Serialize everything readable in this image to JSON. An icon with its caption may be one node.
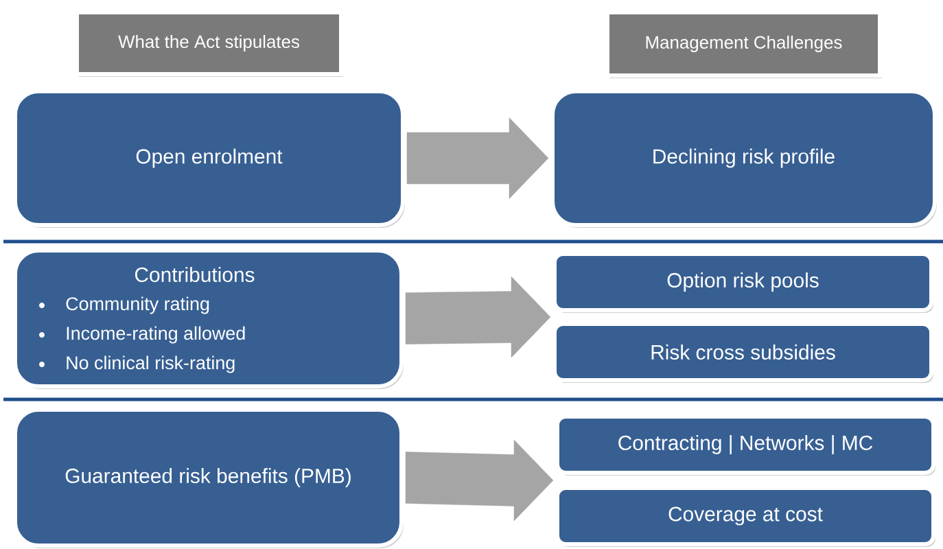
{
  "diagram": {
    "nodes": [
      {
        "text": [
          "What the Act stipulates"
        ]
      },
      {
        "text": [
          "Management Challenges"
        ]
      },
      {
        "text": [
          "Open enrolment"
        ]
      },
      {
        "text": [
          "Declining risk profile"
        ]
      },
      {
        "text": [
          "Contributions",
          "Community rating",
          "Income-rating allowed",
          "No clinical risk-rating"
        ]
      },
      {
        "text": [
          "Option risk pools"
        ]
      },
      {
        "text": [
          "Risk cross subsidies"
        ]
      },
      {
        "text": [
          "Guaranteed risk benefits (PMB)"
        ]
      },
      {
        "text": [
          "Contracting | Networks | MC"
        ]
      },
      {
        "text": [
          "Coverage at cost"
        ]
      }
    ],
    "edges": [
      {
        "from": 2,
        "to": 3,
        "arrow": "to"
      },
      {
        "from": 4,
        "to": 5,
        "arrow": "to"
      },
      {
        "from": 4,
        "to": 6,
        "arrow": "to"
      },
      {
        "from": 7,
        "to": 8,
        "arrow": "to"
      },
      {
        "from": 7,
        "to": 9,
        "arrow": "to"
      }
    ]
  }
}
